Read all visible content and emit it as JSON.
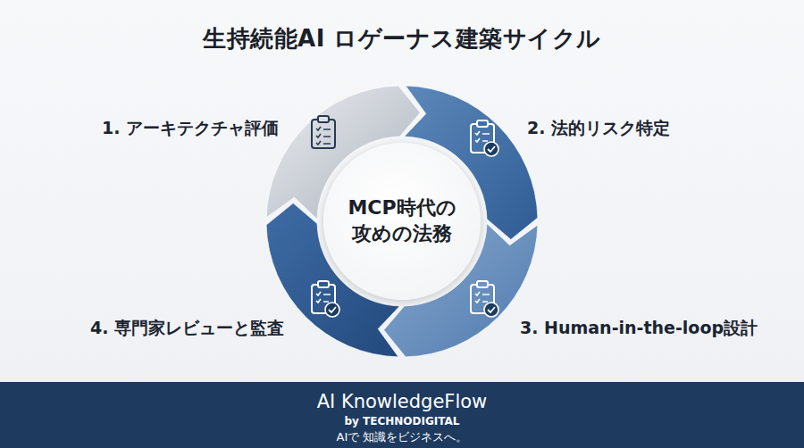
{
  "diagram": {
    "title": "生持続能AI ロゲーナス建築サイクル",
    "nodes": [
      {
        "text": [
          "1. アーキテクチャ評価"
        ]
      },
      {
        "text": [
          "2. 法的リスク特定"
        ]
      },
      {
        "text": [
          "3. Human-in-the-loop設計"
        ]
      },
      {
        "text": [
          "4. 専門家レビューと監査"
        ]
      },
      {
        "text": [
          "MCP時代の 攻めの法務"
        ]
      },
      {
        "text": [
          "AI KnowledgeFlow",
          "by TECHNODIGITAL",
          "AIで 知識をビジネスへ。"
        ]
      }
    ]
  }
}
